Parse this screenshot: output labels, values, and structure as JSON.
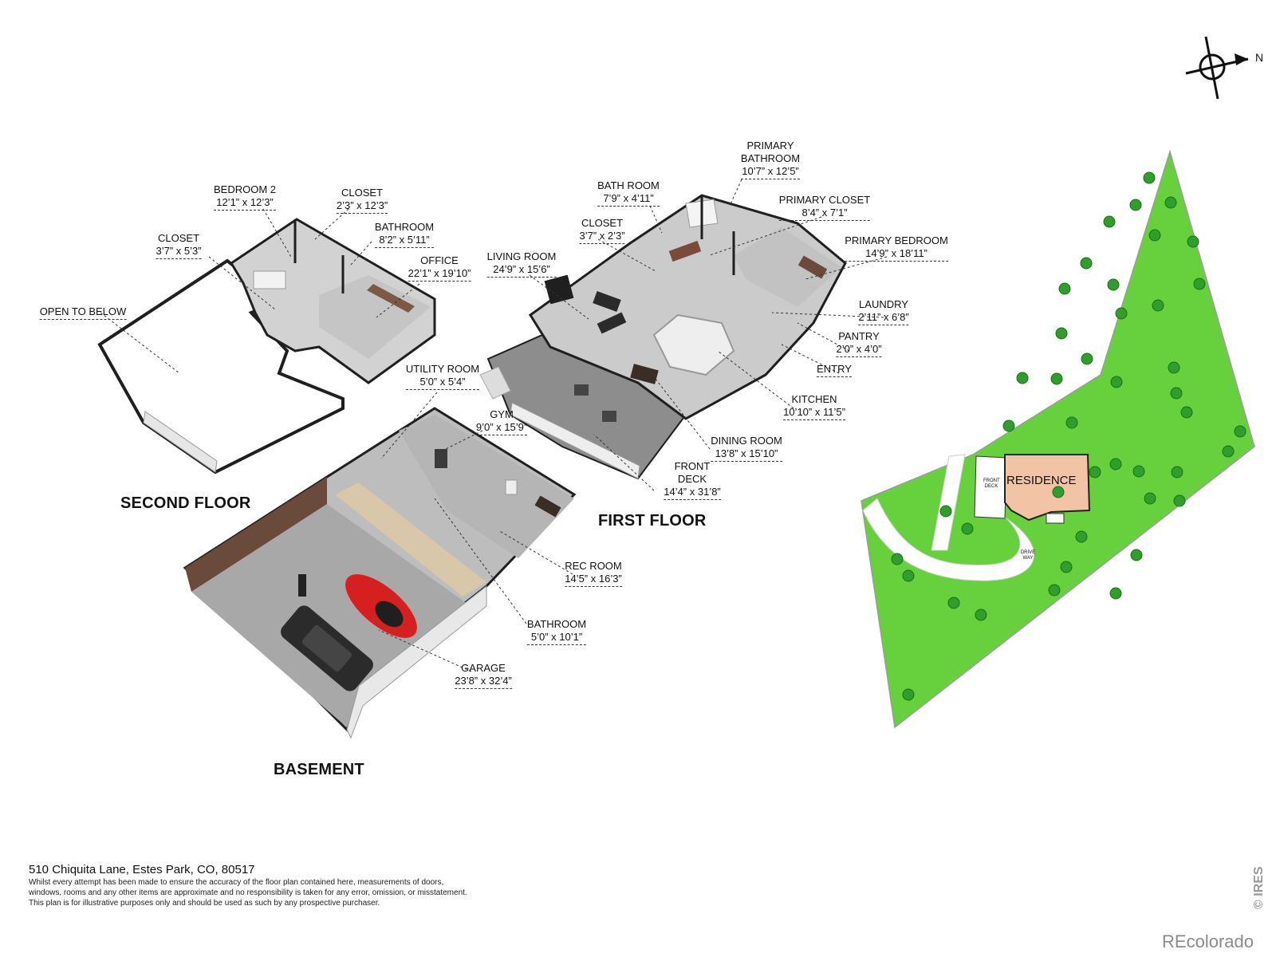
{
  "floors": {
    "second": "SECOND FLOOR",
    "first": "FIRST FLOOR",
    "basement": "BASEMENT"
  },
  "rooms": {
    "bedroom2": {
      "name": "BEDROOM 2",
      "dim": "12’1” x 12’3”"
    },
    "closet_2a": {
      "name": "CLOSET",
      "dim": "2’3” x 12’3”"
    },
    "bathroom_2": {
      "name": "BATHROOM",
      "dim": "8’2” x 5’11”"
    },
    "closet_2b": {
      "name": "CLOSET",
      "dim": "3’7” x 5’3”"
    },
    "office": {
      "name": "OFFICE",
      "dim": "22’1” x 19’10”"
    },
    "open_below": {
      "name": "OPEN TO BELOW"
    },
    "primary_bathroom": {
      "name": "PRIMARY",
      "name2": "BATHROOM",
      "dim": "10’7” x 12’5”"
    },
    "bath_room": {
      "name": "BATH ROOM",
      "dim": "7’9” x 4’11”"
    },
    "primary_closet": {
      "name": "PRIMARY CLOSET",
      "dim": "8’4” x 7’1”"
    },
    "closet_1": {
      "name": "CLOSET",
      "dim": "3’7” x 2’3”"
    },
    "living_room": {
      "name": "LIVING ROOM",
      "dim": "24’9” x 15’6”"
    },
    "primary_bedroom": {
      "name": "PRIMARY BEDROOM",
      "dim": "14’9” x 18’11”"
    },
    "laundry": {
      "name": "LAUNDRY",
      "dim": "2’11” x 6’8”"
    },
    "pantry": {
      "name": "PANTRY",
      "dim": "2’0” x 4’0”"
    },
    "entry": {
      "name": "ENTRY"
    },
    "kitchen": {
      "name": "KITCHEN",
      "dim": "10’10” x 11’5”"
    },
    "dining_room": {
      "name": "DINING ROOM",
      "dim": "13’8” x 15’10”"
    },
    "front_deck": {
      "name": "FRONT",
      "name2": "DECK",
      "dim": "14’4” x 31’8”"
    },
    "utility_room": {
      "name": "UTILITY ROOM",
      "dim": "5’0” x 5’4”"
    },
    "gym": {
      "name": "GYM",
      "dim": "9’0” x 15’9”"
    },
    "rec_room": {
      "name": "REC ROOM",
      "dim": "14’5” x 16’3”"
    },
    "bathroom_b": {
      "name": "BATHROOM",
      "dim": "5’0” x 10’1”"
    },
    "garage": {
      "name": "GARAGE",
      "dim": "23’8” x 32’4”"
    }
  },
  "site": {
    "residence": "RESIDENCE",
    "front_deck": "FRONT DECK",
    "drive_way": "DRIVE WAY",
    "compass_n": "N"
  },
  "footer": {
    "address": "510 Chiquita Lane, Estes Park, CO, 80517",
    "disclaimer_1": "Whilst every attempt has been made to ensure the accuracy of the floor plan contained here, measurements of doors,",
    "disclaimer_2": "windows, rooms and any other items are approximate and no responsibility is taken for any error, omission, or misstatement.",
    "disclaimer_3": "This plan is for illustrative purposes only and should be used as such by any prospective purchaser.",
    "ires": "© IRES",
    "brand": "REcolorado"
  },
  "colors": {
    "lawn": "#66d13c",
    "tree": "#2f9e2a",
    "residence": "#f3c3a6",
    "floor_grey": "#cfcfcf",
    "deck_grey": "#8d8d8d",
    "wall_dark": "#1f1f1f",
    "garage_wood": "#6a4a3a"
  }
}
